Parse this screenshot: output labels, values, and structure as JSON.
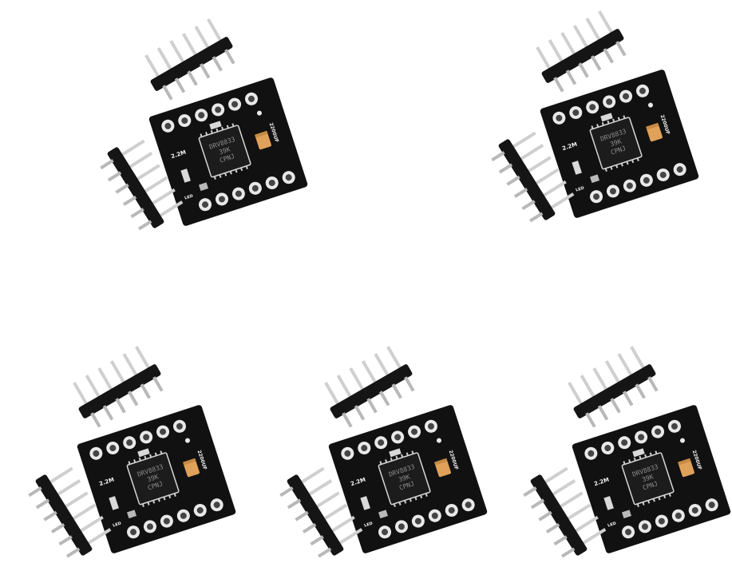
{
  "modules": [
    {
      "id": "module-1",
      "chip_marking": [
        "DRV8833",
        "39K",
        "CPNJ"
      ]
    },
    {
      "id": "module-2",
      "chip_marking": [
        "DRV8833",
        "39K",
        "CPNJ"
      ]
    },
    {
      "id": "module-3",
      "chip_marking": [
        "DRV8833",
        "39K",
        "CPNJ"
      ]
    },
    {
      "id": "module-4",
      "chip_marking": [
        "DRV8833",
        "39K",
        "CPNJ"
      ]
    },
    {
      "id": "module-5",
      "chip_marking": [
        "DRV8833",
        "39K",
        "CPNJ"
      ]
    }
  ],
  "silkscreen": {
    "resistor_label": "2.2M",
    "cap_label": "2200UF",
    "diode_label": "LED"
  },
  "colors": {
    "background": "#ffffff",
    "pcb": "#111111",
    "pad_ring": "#e9e9e9",
    "header_plastic": "#151515",
    "pin_metal": "#c9c9c9",
    "capacitor": "#e0a15a"
  }
}
